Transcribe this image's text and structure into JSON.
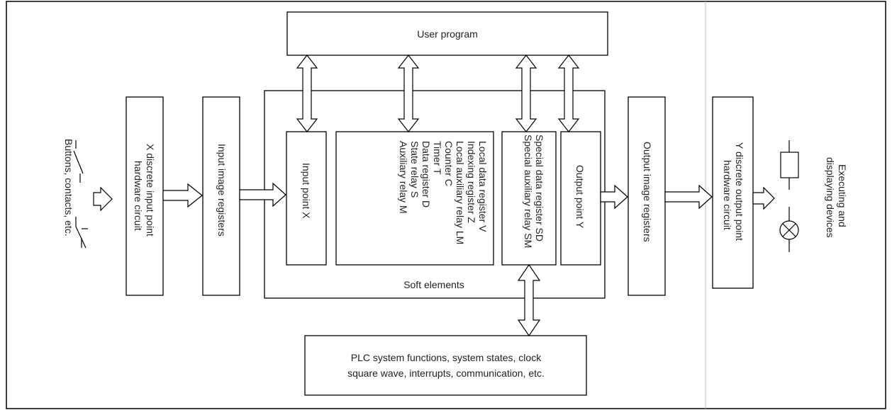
{
  "labels": {
    "user_program": "User program",
    "input_side": "Buttons, contacts, etc.",
    "x_circuit_line1": "X discrete input point",
    "x_circuit_line2": "hardware circuit",
    "input_image": "Input image registers",
    "input_point": "Input point X",
    "soft_list": [
      "Local data register V",
      "Indexing register Z",
      "Local auxiliary relay LM",
      "Counter C",
      "Timer T",
      "Data register D",
      "State relay S",
      "Auxiliary relay M"
    ],
    "special_list": [
      "Special data register SD",
      "Special auxiliary relay SM"
    ],
    "output_point": "Output point Y",
    "soft_elements": "Soft elements",
    "output_image": "Output image registers",
    "y_circuit_line1": "Y discrete output point",
    "y_circuit_line2": "hardware circuit",
    "output_side_line1": "Executing and",
    "output_side_line2": "displaying devices",
    "plc_line1": "PLC system functions, system states, clock",
    "plc_line2": "square wave, interrupts, communication, etc."
  }
}
